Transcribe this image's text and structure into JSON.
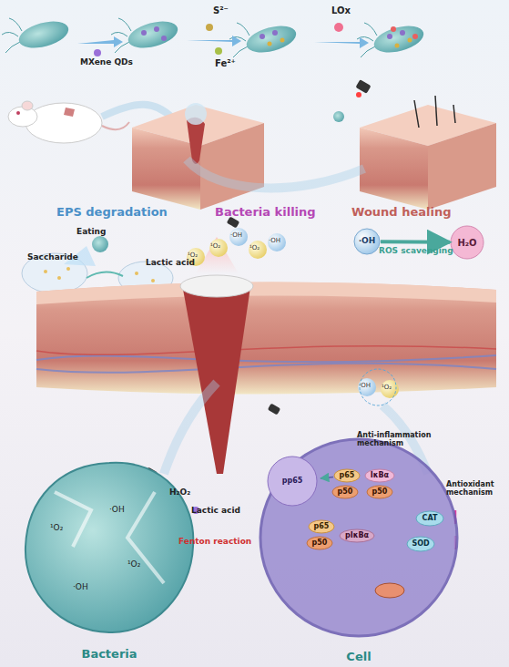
{
  "diagram": {
    "nodes": [
      {
        "text": [
          "·OH"
        ]
      },
      {
        "text": [
          "H₂O"
        ]
      },
      {
        "text": [
          "Bacteria"
        ]
      },
      {
        "text": [
          "Cell"
        ]
      },
      {
        "text": [
          "pp65"
        ],
        "in": 3
      },
      {
        "text": [
          "p65"
        ],
        "in": 3
      },
      {
        "text": [
          "p50"
        ],
        "in": 3
      },
      {
        "text": [
          "IκBα"
        ],
        "in": 3
      },
      {
        "text": [
          "p50"
        ],
        "in": 3
      },
      {
        "text": [
          "p65"
        ],
        "in": 3
      },
      {
        "text": [
          "p50"
        ],
        "in": 3
      },
      {
        "text": [
          "pIκBα"
        ],
        "in": 3
      },
      {
        "text": [
          "CAT"
        ],
        "in": 3
      },
      {
        "text": [
          "SOD"
        ],
        "in": 3
      }
    ],
    "edges": [
      {
        "from": 0,
        "to": 1,
        "label": "ROS scavenging",
        "arrow": "to"
      },
      {
        "from": 5,
        "to": 4,
        "arrow": "to"
      }
    ],
    "labels": [
      "MXene QDs",
      "S²⁻",
      "Fe²⁺",
      "LOx",
      "EPS degradation",
      "Bacteria killing",
      "Wound healing",
      "Eating",
      "Saccharide",
      "Lactic acid",
      "¹O₂",
      "·OH",
      "¹O₂",
      "·OH",
      "¹O₂",
      "·OH",
      "¹O₂",
      "H₂O₂",
      "Lactic acid",
      "Fenton reaction",
      "¹O₂",
      "·OH",
      "¹O₂",
      "·OH",
      "Anti-inflammation mechanism",
      "Antioxidant mechanism"
    ]
  }
}
